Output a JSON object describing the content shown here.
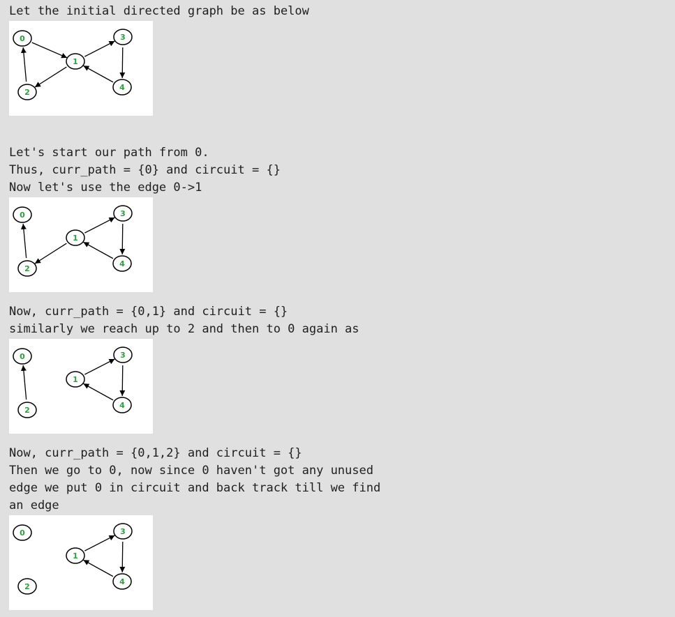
{
  "blocks": [
    {
      "lines": [
        "Let the initial directed graph be as below"
      ]
    },
    {
      "lines": [
        "Let's start our path from 0.",
        "Thus, curr_path = {0} and circuit = {}",
        "Now let's use the edge 0->1"
      ]
    },
    {
      "lines": [
        "Now, curr_path = {0,1} and circuit = {}",
        "similarly we reach up to 2 and then to 0 again as"
      ]
    },
    {
      "lines": [
        "Now, curr_path = {0,1,2} and circuit = {}",
        "Then we go to 0, now since 0 haven't got any unused",
        "edge we put 0 in circuit and back track till we find",
        "an edge"
      ]
    }
  ],
  "graphs": [
    {
      "nodes": [
        "0",
        "1",
        "2",
        "3",
        "4"
      ],
      "edges": [
        [
          "0",
          "1"
        ],
        [
          "1",
          "3"
        ],
        [
          "3",
          "4"
        ],
        [
          "4",
          "1"
        ],
        [
          "1",
          "2"
        ],
        [
          "2",
          "0"
        ]
      ]
    },
    {
      "nodes": [
        "0",
        "1",
        "2",
        "3",
        "4"
      ],
      "edges": [
        [
          "1",
          "3"
        ],
        [
          "3",
          "4"
        ],
        [
          "4",
          "1"
        ],
        [
          "1",
          "2"
        ],
        [
          "2",
          "0"
        ]
      ]
    },
    {
      "nodes": [
        "0",
        "1",
        "2",
        "3",
        "4"
      ],
      "edges": [
        [
          "1",
          "3"
        ],
        [
          "3",
          "4"
        ],
        [
          "4",
          "1"
        ],
        [
          "2",
          "0"
        ]
      ]
    },
    {
      "nodes": [
        "0",
        "1",
        "2",
        "3",
        "4"
      ],
      "edges": [
        [
          "1",
          "3"
        ],
        [
          "3",
          "4"
        ],
        [
          "4",
          "1"
        ]
      ]
    }
  ]
}
